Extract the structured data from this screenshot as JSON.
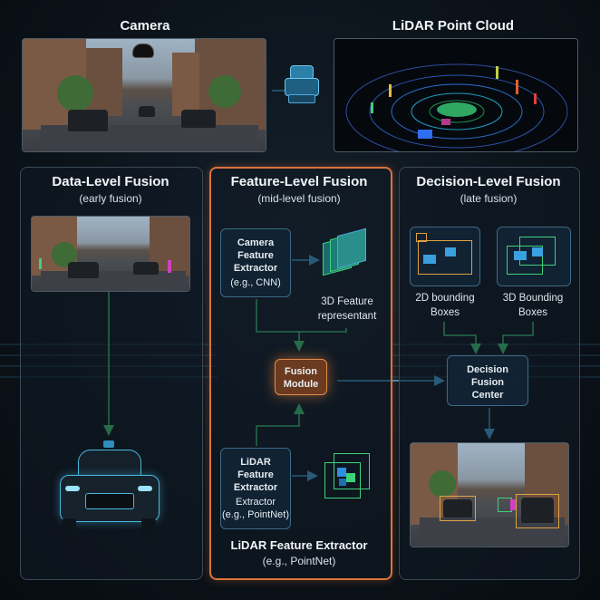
{
  "top": {
    "camera_title": "Camera",
    "lidar_title": "LiDAR Point Cloud"
  },
  "data_level": {
    "title": "Data-Level Fusion",
    "subtitle": "(early fusion)"
  },
  "feature_level": {
    "title": "Feature-Level Fusion",
    "subtitle": "(mid-level fusion)",
    "camera_extractor": {
      "line1": "Camera",
      "line2": "Feature",
      "line3": "Extractor",
      "line4": "(e.g., CNN)"
    },
    "feature_3d_label_1": "3D Feature",
    "feature_3d_label_2": "representant",
    "fusion_module_1": "Fusion",
    "fusion_module_2": "Module",
    "lidar_extractor": {
      "line1": "LiDAR",
      "line2": "Feature",
      "line3": "Extractor",
      "line4": "Extractor",
      "line5": "(e.g., PointNet)"
    },
    "bottom_title": "LiDAR Feature Extractor",
    "bottom_sub": "(e.g., PointNet)"
  },
  "decision_level": {
    "title": "Decision-Level Fusion",
    "subtitle": "(late fusion)",
    "bbox2d_1": "2D bounding",
    "bbox2d_2": "Boxes",
    "bbox3d_1": "3D Bounding",
    "bbox3d_2": "Boxes",
    "center_1": "Decision",
    "center_2": "Fusion",
    "center_3": "Center"
  },
  "colors": {
    "accent_green": "#3fd17a",
    "accent_blue": "#4aa8e0",
    "accent_orange": "#d9743b"
  }
}
